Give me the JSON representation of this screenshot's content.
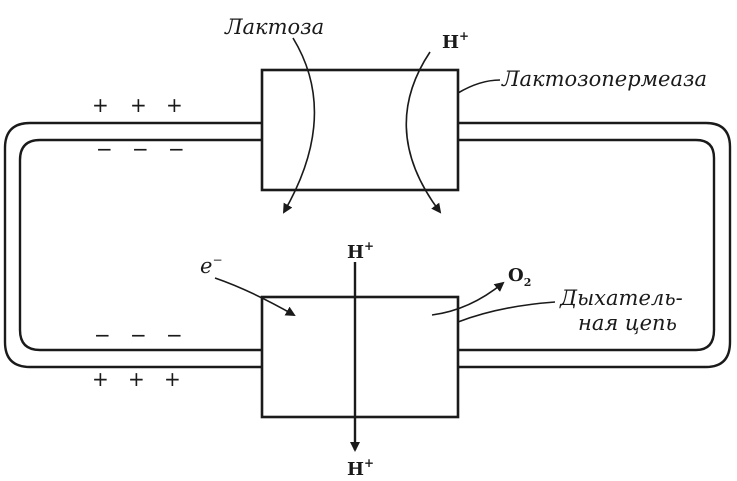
{
  "diagram": {
    "labels": {
      "lactose": "Лактоза",
      "proton_top": "H",
      "proton_top_sup": "+",
      "permease": "Лактозопермеаза",
      "electron": "e",
      "electron_sup": "−",
      "proton_mid": "H",
      "proton_mid_sup": "+",
      "oxygen": "O",
      "oxygen_sub": "2",
      "resp_chain_line1": "Дыхатель-",
      "resp_chain_line2": "ная цепь",
      "proton_bottom": "H",
      "proton_bottom_sup": "+"
    },
    "charges": {
      "top_outer": "+",
      "top_inner": "−",
      "bottom_inner": "−",
      "bottom_outer": "+"
    }
  }
}
